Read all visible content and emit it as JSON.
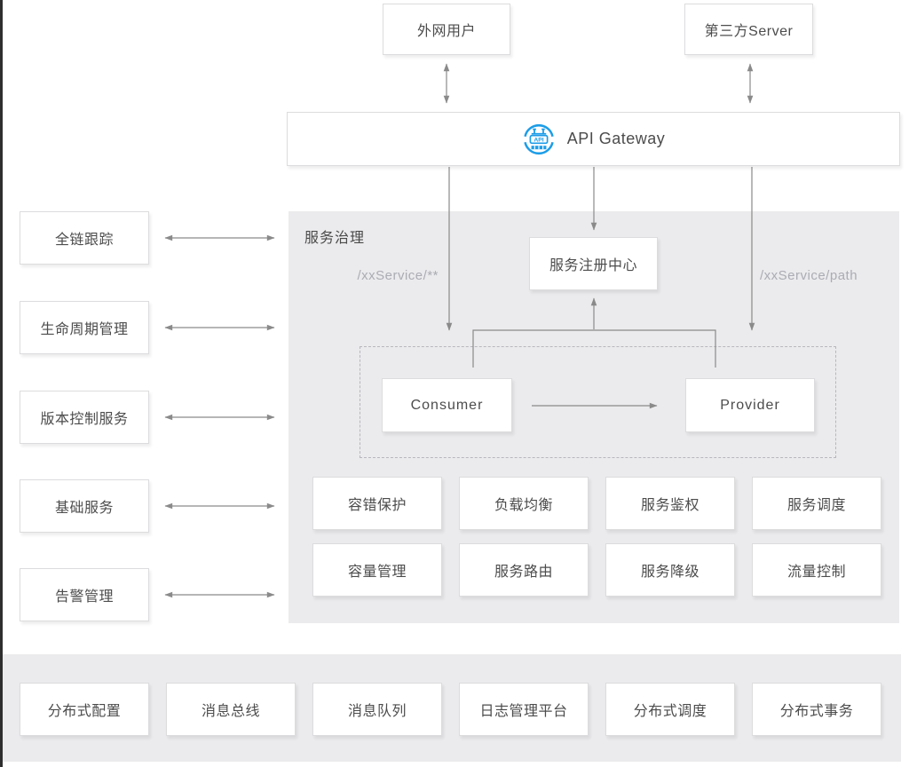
{
  "colors": {
    "accent_blue": "#1C9DE8",
    "panel_bg": "#EBEBED",
    "node_border": "#DCDCDE",
    "text_primary": "#4C4C4C",
    "text_muted": "#ABACB4",
    "connector": "#8A8A8A"
  },
  "top_nodes": {
    "external_user": "外网用户",
    "third_party_server": "第三方Server"
  },
  "gateway": {
    "label": "API Gateway",
    "icon": "api-gateway-icon",
    "icon_text": "API"
  },
  "sidebar": {
    "items": [
      "全链跟踪",
      "生命周期管理",
      "版本控制服务",
      "基础服务",
      "告警管理"
    ]
  },
  "governance": {
    "title": "服务治理",
    "route_left": "/xxService/**",
    "route_right": "/xxService/path",
    "registry": "服务注册中心",
    "consumer": "Consumer",
    "provider": "Provider",
    "capabilities": [
      "容错保护",
      "负载均衡",
      "服务鉴权",
      "服务调度",
      "容量管理",
      "服务路由",
      "服务降级",
      "流量控制"
    ]
  },
  "infrastructure": {
    "items": [
      "分布式配置",
      "消息总线",
      "消息队列",
      "日志管理平台",
      "分布式调度",
      "分布式事务"
    ]
  }
}
